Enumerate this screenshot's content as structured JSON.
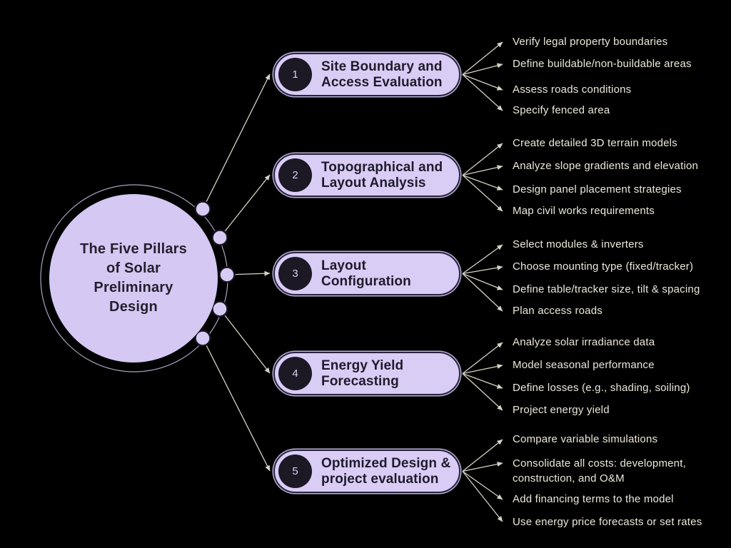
{
  "central": {
    "lines": [
      "The Five Pillars",
      "of Solar",
      "Preliminary",
      "Design"
    ]
  },
  "pillars": [
    {
      "number": "1",
      "title": "Site Boundary and Access Evaluation",
      "items": [
        "Verify legal property boundaries",
        "Define buildable/non-buildable areas",
        "Assess roads conditions",
        "Specify fenced area"
      ]
    },
    {
      "number": "2",
      "title": "Topographical and Layout Analysis",
      "items": [
        "Create detailed 3D terrain models",
        "Analyze slope gradients and elevation",
        "Design panel placement strategies",
        "Map civil works requirements"
      ]
    },
    {
      "number": "3",
      "title": "Layout Configuration",
      "items": [
        "Select modules & inverters",
        "Choose mounting type (fixed/tracker)",
        "Define table/tracker size, tilt & spacing",
        "Plan access roads"
      ]
    },
    {
      "number": "4",
      "title": "Energy Yield Forecasting",
      "items": [
        "Analyze solar irradiance data",
        "Model seasonal performance",
        "Define losses (e.g., shading, soiling)",
        "Project energy yield"
      ]
    },
    {
      "number": "5",
      "title": "Optimized Design & project evaluation",
      "items": [
        "Compare variable simulations",
        "Consolidate all costs: development, construction, and O&M",
        "Add financing terms to the model",
        "Use energy price forecasts or set rates"
      ]
    }
  ],
  "colors": {
    "background": "#000000",
    "node_fill": "#d7caf4",
    "node_border": "#2a2240",
    "badge_fill": "#1c1824",
    "badge_text": "#d8d0ef",
    "node_text": "#201b2a",
    "leaf_text": "#ebe8da",
    "connector": "#d5d3c3"
  }
}
